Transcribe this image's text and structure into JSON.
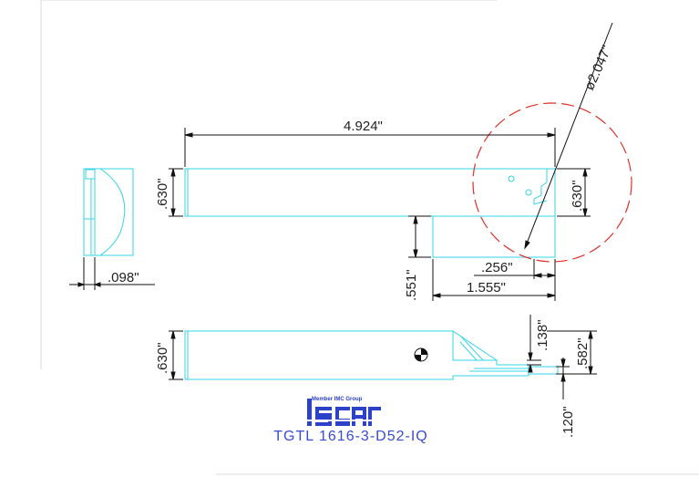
{
  "drawing": {
    "dims": {
      "overall_length": "4.924\"",
      "diameter": "ø2.047\"",
      "height_left": ".630\"",
      "height_right": ".630\"",
      "height_bottom": ".630\"",
      "offset_098": ".098\"",
      "depth_551": ".551\"",
      "width_256": ".256\"",
      "length_1555": "1.555\"",
      "dim_138": ".138\"",
      "dim_582": ".582\"",
      "dim_120": ".120\""
    },
    "part_number": "TGTL 1616-3-D52-IQ",
    "logo": {
      "tagline": "Member IMC Group",
      "brand": "ISCAR"
    },
    "colors": {
      "outline": "#33d6e6",
      "dimension": "#111111",
      "circle": "#e0302c",
      "caption": "#3a4cd1"
    }
  }
}
